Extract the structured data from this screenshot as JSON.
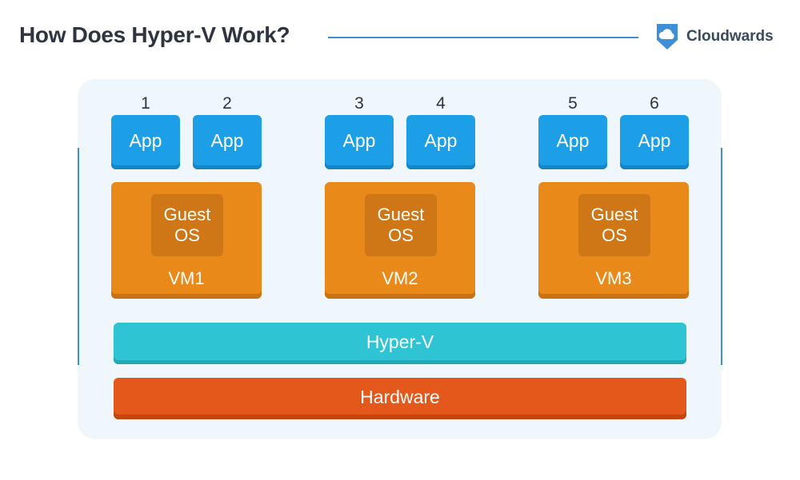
{
  "header": {
    "title": "How Does Hyper-V Work?",
    "brand_name": "Cloudwards",
    "brand_icon": "cloud-shield-icon",
    "accent_color": "#3f8fd6"
  },
  "apps": [
    {
      "number": "1",
      "label": "App"
    },
    {
      "number": "2",
      "label": "App"
    },
    {
      "number": "3",
      "label": "App"
    },
    {
      "number": "4",
      "label": "App"
    },
    {
      "number": "5",
      "label": "App"
    },
    {
      "number": "6",
      "label": "App"
    }
  ],
  "vms": [
    {
      "guest_line1": "Guest",
      "guest_line2": "OS",
      "label": "VM1"
    },
    {
      "guest_line1": "Guest",
      "guest_line2": "OS",
      "label": "VM2"
    },
    {
      "guest_line1": "Guest",
      "guest_line2": "OS",
      "label": "VM3"
    }
  ],
  "layers": {
    "hypervisor": "Hyper-V",
    "hardware": "Hardware"
  },
  "colors": {
    "app": "#1c9fe6",
    "vm": "#e8891a",
    "guest_os": "#cf7616",
    "hypervisor": "#2ec4d4",
    "hardware": "#e4581b",
    "panel": "#eff7fc"
  }
}
